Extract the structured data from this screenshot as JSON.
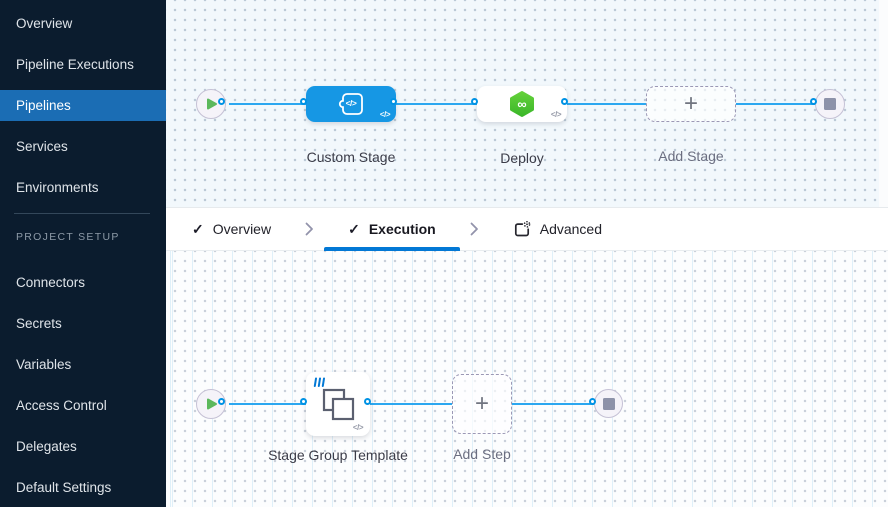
{
  "colors": {
    "accent_blue": "#0278d5",
    "node_blue": "#1697e4",
    "edge_blue": "#2ba7f0",
    "sidebar_bg": "#0b1c2e",
    "sidebar_active_bg": "#1b6db4",
    "deploy_green": "#4cc42d",
    "play_green": "#5cb85c",
    "stop_gray": "#8d92a9"
  },
  "icons": {
    "check": "✓",
    "plus": "+",
    "infinity": "∞",
    "code": "</>"
  },
  "sidebar": {
    "items": [
      {
        "label": "Overview"
      },
      {
        "label": "Pipeline Executions"
      },
      {
        "label": "Pipelines",
        "active": true
      },
      {
        "label": "Services"
      },
      {
        "label": "Environments"
      }
    ],
    "section_label": "PROJECT SETUP",
    "setup_items": [
      {
        "label": "Connectors"
      },
      {
        "label": "Secrets"
      },
      {
        "label": "Variables"
      },
      {
        "label": "Access Control"
      },
      {
        "label": "Delegates"
      },
      {
        "label": "Default Settings"
      }
    ]
  },
  "tabs": {
    "overview": "Overview",
    "execution": "Execution",
    "advanced": "Advanced"
  },
  "stage_pipeline": {
    "nodes": [
      {
        "label": "Custom Stage",
        "type": "custom-stage"
      },
      {
        "label": "Deploy",
        "type": "deploy-stage"
      },
      {
        "label": "Add Stage",
        "type": "add-button"
      }
    ]
  },
  "execution_pipeline": {
    "nodes": [
      {
        "label": "Stage Group Template",
        "type": "stage-group-template"
      },
      {
        "label": "Add Step",
        "type": "add-button"
      }
    ]
  }
}
